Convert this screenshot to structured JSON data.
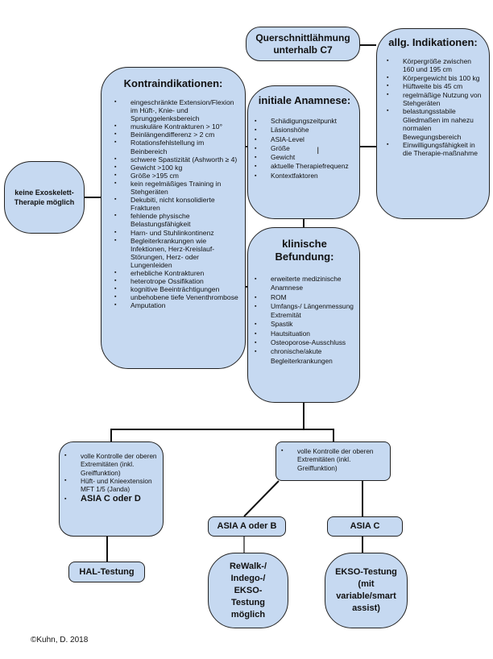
{
  "querschnitt": {
    "title": "Querschnittlähmung unterhalb C7"
  },
  "indikationen": {
    "title": "allg. Indikationen:",
    "items": [
      "Körpergröße zwischen 160 und 195 cm",
      "Körpergewicht bis 100 kg",
      "Hüftweite bis 45 cm",
      "regelmäßige Nutzung von Stehgeräten",
      "belastungsstabile Gliedmaßen im nahezu normalen Bewegungsbereich",
      "Einwilligungsfähigkeit in die Therapie-maßnahme"
    ]
  },
  "kontra": {
    "title": "Kontraindikationen:",
    "items": [
      "eingeschränkte Extension/Flexion im Hüft-, Knie- und Sprunggelenksbereich",
      "muskuläre Kontrakturen > 10°",
      "Beinlängendifferenz > 2 cm",
      "Rotationsfehlstellung im Beinbereich",
      "schwere Spastizität (Ashworth ≥ 4)",
      "Gewicht >100 kg",
      "Größe >195 cm",
      "kein regelmäßiges Training in Stehgeräten",
      "Dekubiti, nicht konsolidierte Frakturen",
      "fehlende physische Belastungsfähigkeit",
      "Harn- und Stuhlinkontinenz",
      "Begleiterkrankungen wie Infektionen, Herz-Kreislauf-Störungen, Herz- oder Lungenleiden",
      "erhebliche Kontrakturen",
      "heterotrope Ossifikation",
      "kognitive Beeinträchtigungen",
      "unbehobene tiefe Venenthrombose",
      "Amputation"
    ]
  },
  "keine": {
    "title": "keine Exoskelett-Therapie möglich"
  },
  "anamnese": {
    "title": "initiale Anamnese:",
    "items": [
      "Schädigungszeitpunkt",
      "Läsionshöhe",
      "ASIA-Level",
      "Größe",
      "Gewicht",
      "aktuelle Therapiefrequenz",
      "Kontextfaktoren"
    ]
  },
  "befundung": {
    "title": "klinische Befundung:",
    "items": [
      "erweiterte medizinische Anamnese",
      "ROM",
      "Umfangs-/ Längenmessung Extremität",
      "Spastik",
      "Hautsituation",
      "Osteoporose-Ausschluss",
      "chronische/akute Begleiterkrankungen"
    ]
  },
  "left_branch": {
    "items": [
      "volle Kontrolle der oberen Extremitäten (inkl. Greiffunktion)",
      "Hüft- und Knieextension MFT 1/5 (Janda)"
    ],
    "bold_item": "ASIA C oder D"
  },
  "hal": {
    "title": "HAL-Testung"
  },
  "right_branch": {
    "items": [
      "volle Kontrolle der oberen Extremitäten (inkl. Greiffunktion)"
    ]
  },
  "asia_ab": {
    "title": "ASIA A oder B"
  },
  "asia_c": {
    "title": "ASIA C"
  },
  "rewalk": {
    "title": "ReWalk-/ Indego-/ EKSO-Testung möglich"
  },
  "ekso": {
    "title": "EKSO-Testung (mit variable/smart assist)"
  },
  "copyright": "©Kuhn, D. 2018",
  "colors": {
    "box_fill": "#c6d9f1",
    "border": "#222222"
  }
}
